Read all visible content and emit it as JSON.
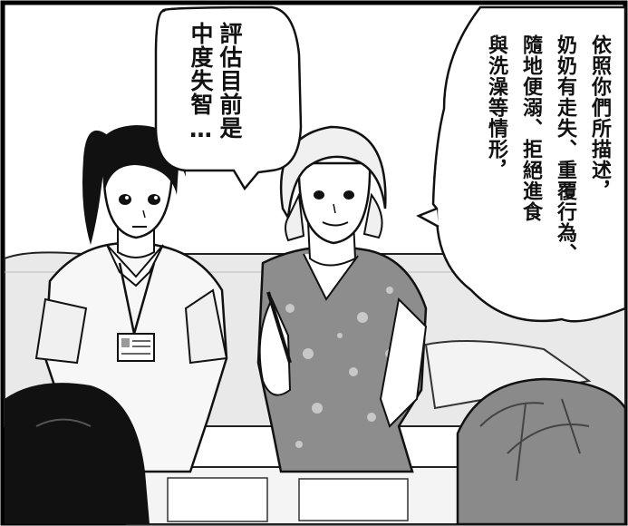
{
  "bubbles": {
    "left": {
      "lines": [
        "評估目前是",
        "中度失智…"
      ]
    },
    "right": {
      "lines": [
        "依照你們所描述，",
        "奶奶有走失、重覆行為、",
        "隨地便溺、拒絕進食",
        "與洗澡等情形，"
      ]
    }
  },
  "characters": [
    {
      "role": "staff-with-badge"
    },
    {
      "role": "blonde-caseworker"
    },
    {
      "role": "foreground-listener-left"
    },
    {
      "role": "foreground-listener-right"
    }
  ],
  "colors": {
    "background": "#ffffff",
    "border": "#000000",
    "shirt_pattern": "#8d8d8d"
  }
}
